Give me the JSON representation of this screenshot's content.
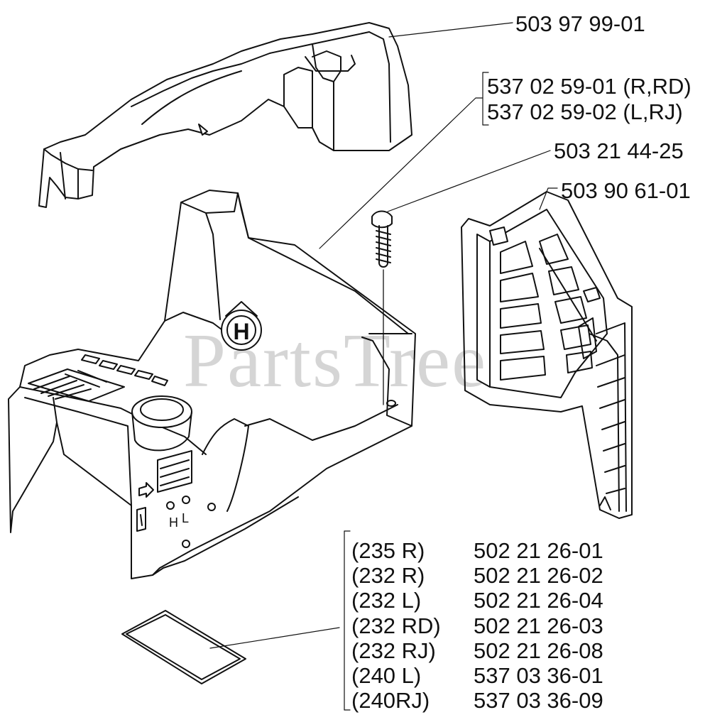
{
  "watermark": "PartsTree",
  "logo_letter": "H",
  "cover_markings": {
    "h": "H",
    "l": "L"
  },
  "parts": {
    "top_cover": "503 97 99-01",
    "cylinder_cover_r": "537 02 59-01 (R,RD)",
    "cylinder_cover_l": "537 02 59-02 (L,RJ)",
    "screw": "503 21 44-25",
    "air_grille": "503 90 61-01"
  },
  "decal_table": [
    {
      "model": "(235 R)",
      "part": "502 21 26-01"
    },
    {
      "model": "(232 R)",
      "part": "502 21 26-02"
    },
    {
      "model": "(232 L)",
      "part": "502 21 26-04"
    },
    {
      "model": "(232 RD)",
      "part": "502 21 26-03"
    },
    {
      "model": "(232 RJ)",
      "part": "502 21 26-08"
    },
    {
      "model": "(240 L)",
      "part": "537 03 36-01"
    },
    {
      "model": "(240RJ)",
      "part": "537 03 36-09"
    }
  ]
}
